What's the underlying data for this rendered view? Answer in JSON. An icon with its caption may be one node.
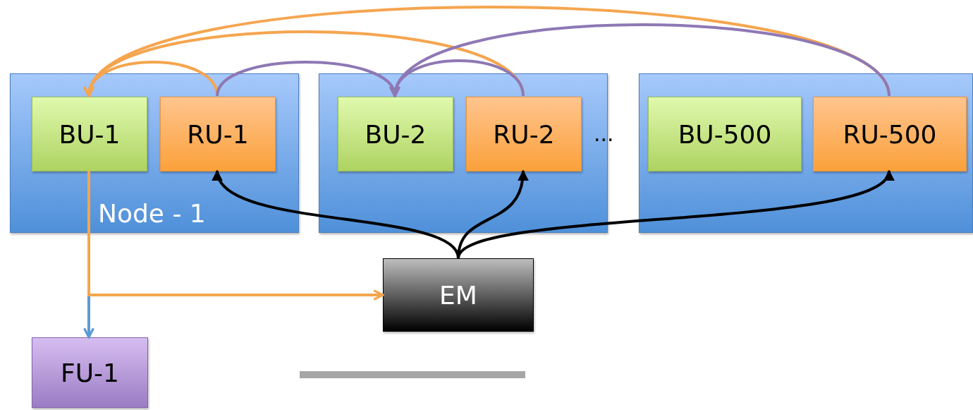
{
  "diagram": {
    "nodes": [
      {
        "text": [
          "Node - 1"
        ]
      },
      {
        "text": [
          "BU-1"
        ],
        "in": 0
      },
      {
        "text": [
          "RU-1"
        ],
        "in": 0
      },
      {
        "text": [],
        "shape": "box"
      },
      {
        "text": [
          "BU-2"
        ],
        "in": 3
      },
      {
        "text": [
          "RU-2"
        ],
        "in": 3
      },
      {
        "text": [],
        "shape": "box"
      },
      {
        "text": [
          "BU-500"
        ],
        "in": 6
      },
      {
        "text": [
          "RU-500"
        ],
        "in": 6
      },
      {
        "text": [
          "EM"
        ]
      },
      {
        "text": [
          "FU-1"
        ]
      }
    ],
    "edges": [
      {
        "from": 2,
        "to": 1,
        "arrow": "to",
        "color": "#f5a54f"
      },
      {
        "from": 5,
        "to": 1,
        "arrow": "to",
        "color": "#f5a54f"
      },
      {
        "from": 8,
        "to": 1,
        "arrow": "to",
        "color": "#f5a54f"
      },
      {
        "from": 2,
        "to": 4,
        "arrow": "to",
        "color": "#8e78b4"
      },
      {
        "from": 5,
        "to": 4,
        "arrow": "to",
        "color": "#8e78b4"
      },
      {
        "from": 8,
        "to": 4,
        "arrow": "to",
        "color": "#8e78b4"
      },
      {
        "from": 9,
        "to": 2,
        "arrow": "to",
        "color": "#000000"
      },
      {
        "from": 9,
        "to": 5,
        "arrow": "to",
        "color": "#000000"
      },
      {
        "from": 9,
        "to": 8,
        "arrow": "to",
        "color": "#000000"
      },
      {
        "from": 1,
        "to": 10,
        "arrow": "to",
        "color": "#5b9bd5"
      },
      {
        "from": 1,
        "to": 9,
        "arrow": "to",
        "color": "#f5a54f"
      }
    ],
    "labels": [
      "..."
    ]
  }
}
